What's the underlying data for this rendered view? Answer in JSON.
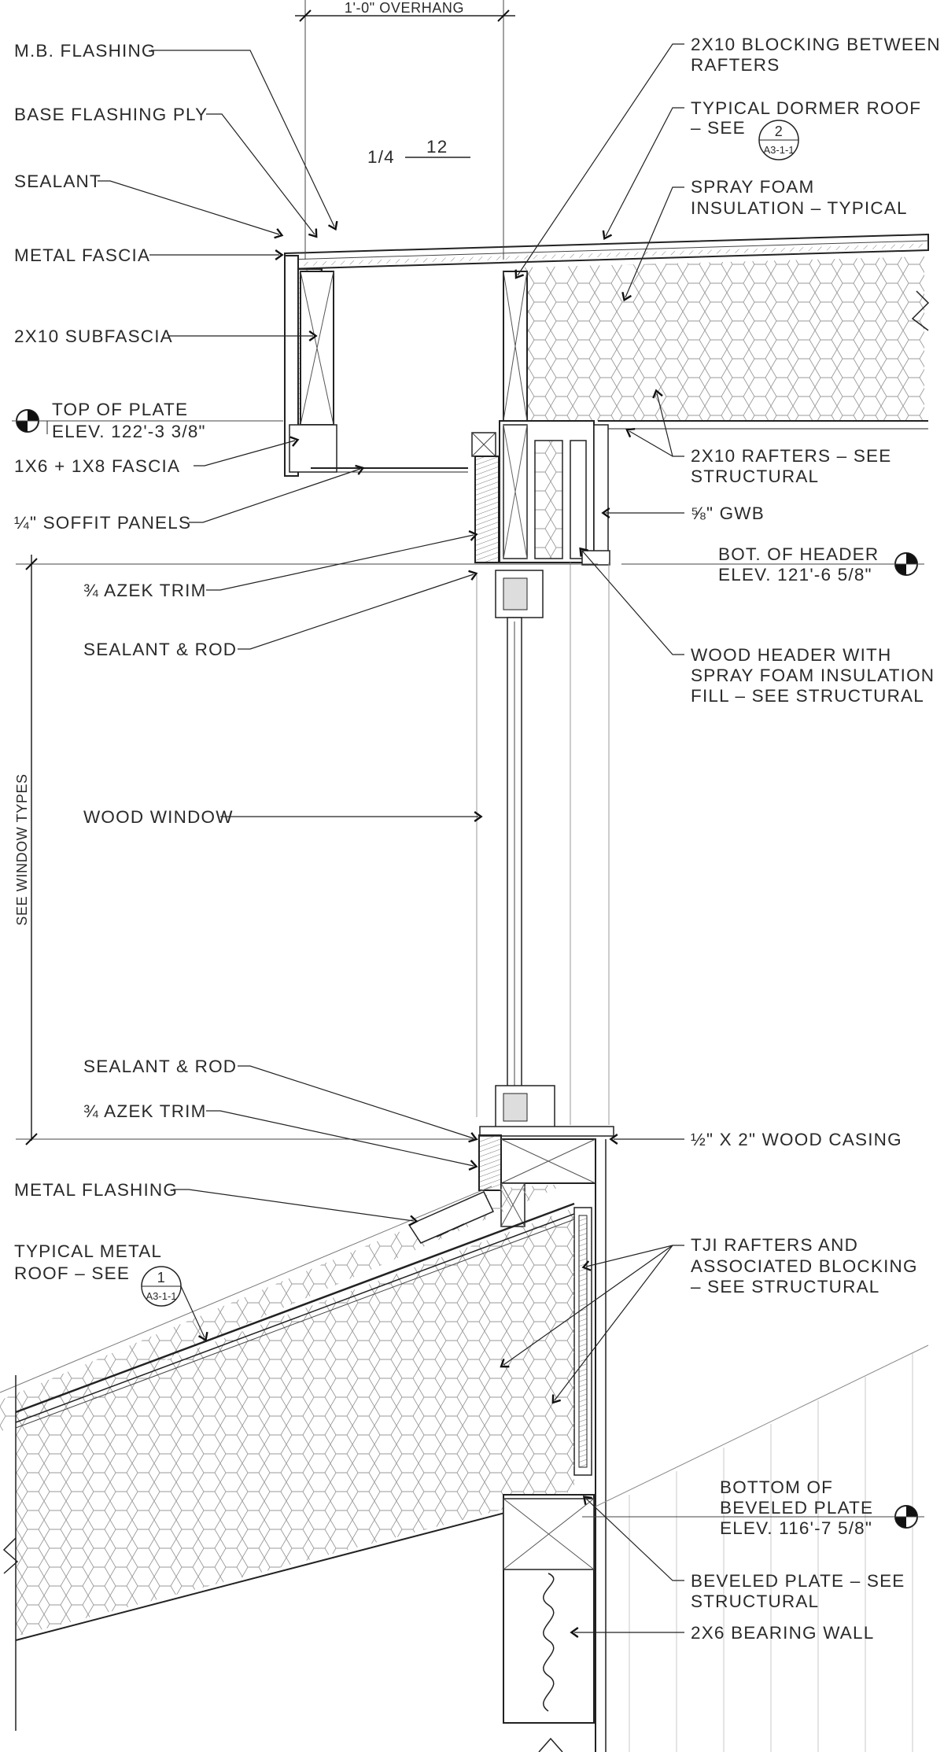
{
  "dimensions": {
    "overhang": "1'-0\" OVERHANG",
    "see_window_types": "SEE WINDOW TYPES",
    "roof_slope_rise": "1/4",
    "roof_slope_run": "12"
  },
  "labels_left": {
    "mb_flashing": "M.B. FLASHING",
    "base_flashing_ply": "BASE FLASHING PLY",
    "sealant": "SEALANT",
    "metal_fascia": "METAL FASCIA",
    "subfascia": "2X10 SUBFASCIA",
    "top_of_plate": "TOP OF PLATE",
    "top_of_plate_elev": "ELEV. 122'-3 3/8\"",
    "fascia_1x6_1x8": "1X6 + 1X8 FASCIA",
    "soffit_panels": "¼\" SOFFIT PANELS",
    "azek_trim_top": "¾ AZEK TRIM",
    "sealant_rod_top": "SEALANT & ROD",
    "wood_window": "WOOD WINDOW",
    "sealant_rod_bottom": "SEALANT & ROD",
    "azek_trim_bottom": "¾ AZEK TRIM",
    "metal_flashing": "METAL FLASHING",
    "typical_metal_roof_1": "TYPICAL METAL",
    "typical_metal_roof_2": "ROOF – SEE"
  },
  "labels_right": {
    "blocking_1": "2X10 BLOCKING BETWEEN",
    "blocking_2": "RAFTERS",
    "dormer_roof_1": "TYPICAL DORMER ROOF",
    "dormer_roof_2": "– SEE",
    "spray_foam_1": "SPRAY FOAM",
    "spray_foam_2": "INSULATION – TYPICAL",
    "rafters_1": "2X10 RAFTERS – SEE",
    "rafters_2": "STRUCTURAL",
    "gwb": "⅝\" GWB",
    "bot_header": "BOT. OF HEADER",
    "bot_header_elev": "ELEV. 121'-6 5/8\"",
    "wood_header_1": "WOOD HEADER WITH",
    "wood_header_2": "SPRAY FOAM INSULATION",
    "wood_header_3": "FILL – SEE STRUCTURAL",
    "wood_casing": "½\" X 2\" WOOD CASING",
    "tji_1": "TJI RAFTERS AND",
    "tji_2": "ASSOCIATED BLOCKING",
    "tji_3": "– SEE STRUCTURAL",
    "bottom_beveled_1": "BOTTOM OF",
    "bottom_beveled_2": "BEVELED PLATE",
    "bottom_beveled_elev": "ELEV. 116'-7 5/8\"",
    "beveled_plate_1": "BEVELED PLATE – SEE",
    "beveled_plate_2": "STRUCTURAL",
    "bearing_wall": "2X6 BEARING WALL"
  },
  "callouts": {
    "dormer_ref_num": "2",
    "dormer_ref_sheet": "A3-1-1",
    "metal_roof_ref_num": "1",
    "metal_roof_ref_sheet": "A3-1-1"
  }
}
